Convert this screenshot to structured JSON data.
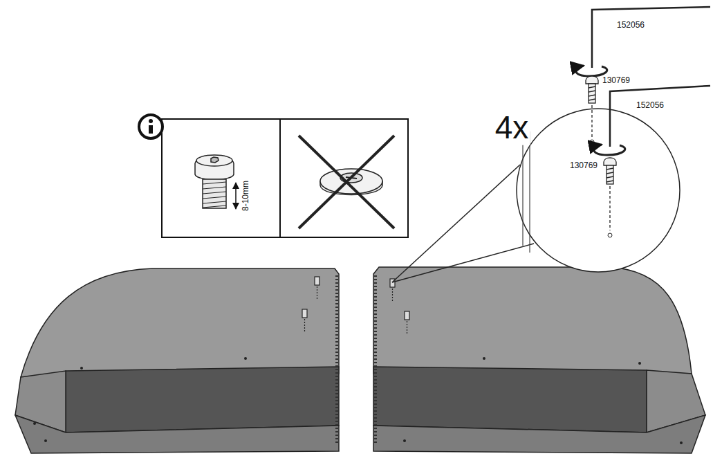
{
  "diagram": {
    "labels": [
      "152056",
      "130769",
      "4x",
      "152056",
      "130769",
      "8-10mm"
    ]
  }
}
